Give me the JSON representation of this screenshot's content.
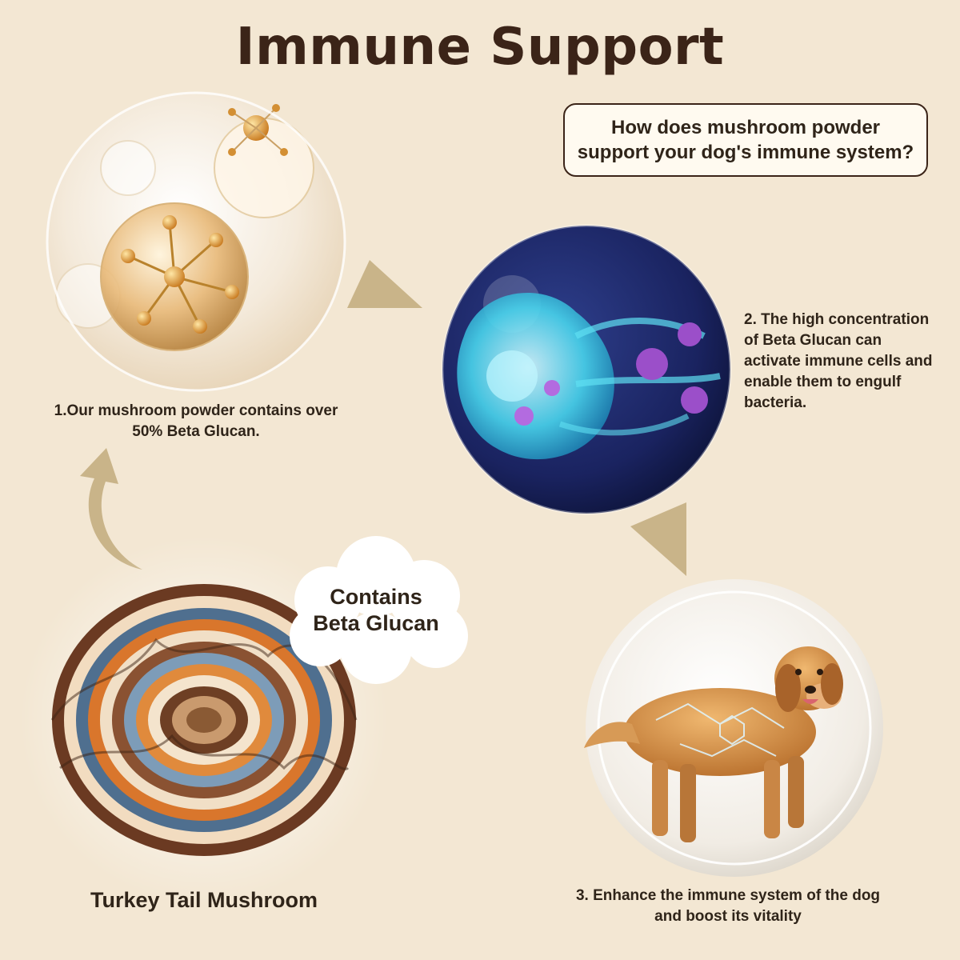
{
  "title": "Immune Support",
  "question": {
    "line1": "How does mushroom powder",
    "line2": "support your dog's immune system?"
  },
  "steps": {
    "step1": {
      "line1": "1.Our mushroom powder contains over",
      "line2": "50% Beta Glucan."
    },
    "step2": {
      "line1": "2. The high concentration",
      "line2": "of Beta Glucan can",
      "line3": "activate immune cells and",
      "line4": "enable them to engulf",
      "line5": "bacteria."
    },
    "step3": {
      "line1": "3. Enhance the immune system of the dog",
      "line2": "and boost its vitality"
    }
  },
  "cloud": {
    "line1": "Contains",
    "line2": "Beta Glucan"
  },
  "mushroom_label": "Turkey Tail Mushroom",
  "colors": {
    "background": "#f3e7d3",
    "title": "#3b2418",
    "arrow": "#c9b489",
    "text": "#2f2419"
  },
  "icons": {
    "molecule": "beta-glucan-molecule-illustration",
    "immune_cell": "immune-cell-engulfing-bacteria-illustration",
    "dog": "golden-retriever-illustration",
    "mushroom": "turkey-tail-mushroom-illustration",
    "arrows": [
      "arrow-right-icon",
      "arrow-down-right-icon",
      "curved-arrow-up-icon"
    ]
  }
}
